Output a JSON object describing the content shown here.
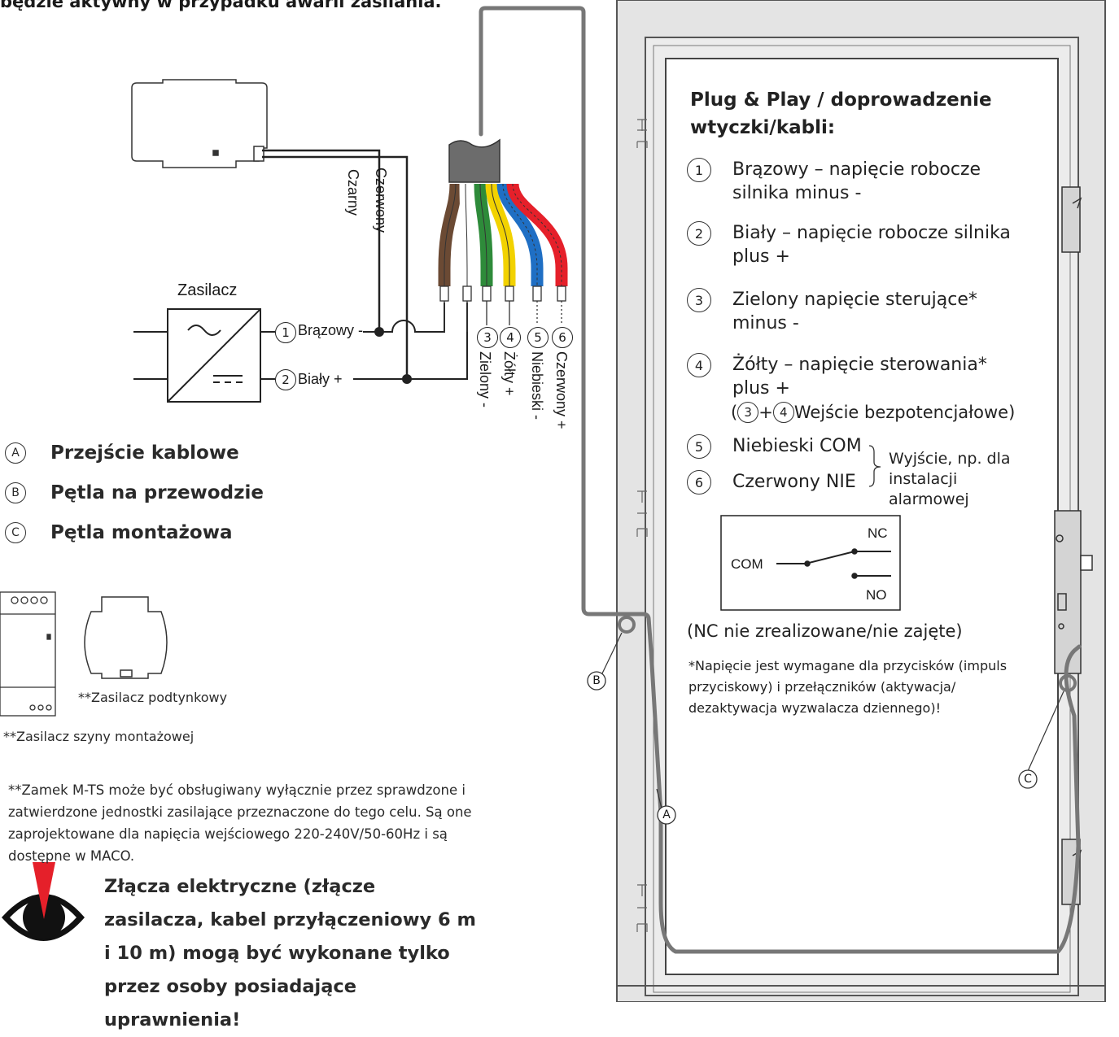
{
  "top_note": "będzie aktywny w przypadku awarii zasilania.",
  "wiring": {
    "label_czarny": "Czarny",
    "label_czerwony": "Czerwony",
    "psu_title": "Zasilacz",
    "psu_line1": "Brązowy -",
    "psu_line2": "Biały +",
    "wire_labels": [
      "Zielony -",
      "Żółty +",
      "Niebieski -",
      "Czerwony +"
    ],
    "wire_numbers": [
      "1",
      "2",
      "3",
      "4",
      "5",
      "6"
    ],
    "wire_colors": [
      "#6b4a34",
      "#ffffff",
      "#2e8b3a",
      "#f2d200",
      "#1f6fc4",
      "#e5202a"
    ]
  },
  "legend": [
    {
      "badge": "A",
      "text": "Przejście kablowe"
    },
    {
      "badge": "B",
      "text": "Pętla na przewodzie"
    },
    {
      "badge": "C",
      "text": "Pętla montażowa"
    }
  ],
  "devices": {
    "din_caption": "**Zasilacz szyny montażowej",
    "flush_caption": "**Zasilacz podtynkowy"
  },
  "note": "**Zamek M-TS może być obsługiwany wyłącznie przez sprawdzone i zatwierdzone jednostki zasilające przeznaczone do tego celu. Są one zaprojektowane dla napięcia wejściowego 220-240V/50-60Hz i są dostępne w MACO.",
  "warning": "Złącza elektryczne (złącze zasilacza, kabel przyłączeniowy 6 m i 10 m) mogą być wykonane tylko przez osoby posiadające uprawnienia!",
  "panel": {
    "title": "Plug & Play / doprowadzenie wtyczki/kabli:",
    "items": [
      {
        "badge": "1",
        "text": "Brązowy – napięcie robocze silnika minus -"
      },
      {
        "badge": "2",
        "text": "Biały – napięcie robocze silnika plus +"
      },
      {
        "badge": "3",
        "text": "Zielony napięcie sterujące* minus -"
      },
      {
        "badge": "4",
        "text": "Żółty – napięcie sterowania* plus +"
      },
      {
        "badge": "5",
        "text": "Niebieski COM"
      },
      {
        "badge": "6",
        "text": "Czerwony NIE"
      }
    ],
    "input_note": "Wejście bezpotencjałowe",
    "output_note": "Wyjście, np. dla instalacji alarmowej",
    "switch": {
      "nc": "NC",
      "no": "NO",
      "com": "COM"
    },
    "nc_note": "(NC nie zrealizowane/nie zajęte)",
    "footnote": "*Napięcie jest wymagane dla przycisków (impuls przyciskowy) i przełączników (aktywacja/ dezaktywacja wyzwalacza dziennego)!"
  },
  "door_markers": [
    "A",
    "B",
    "C"
  ]
}
